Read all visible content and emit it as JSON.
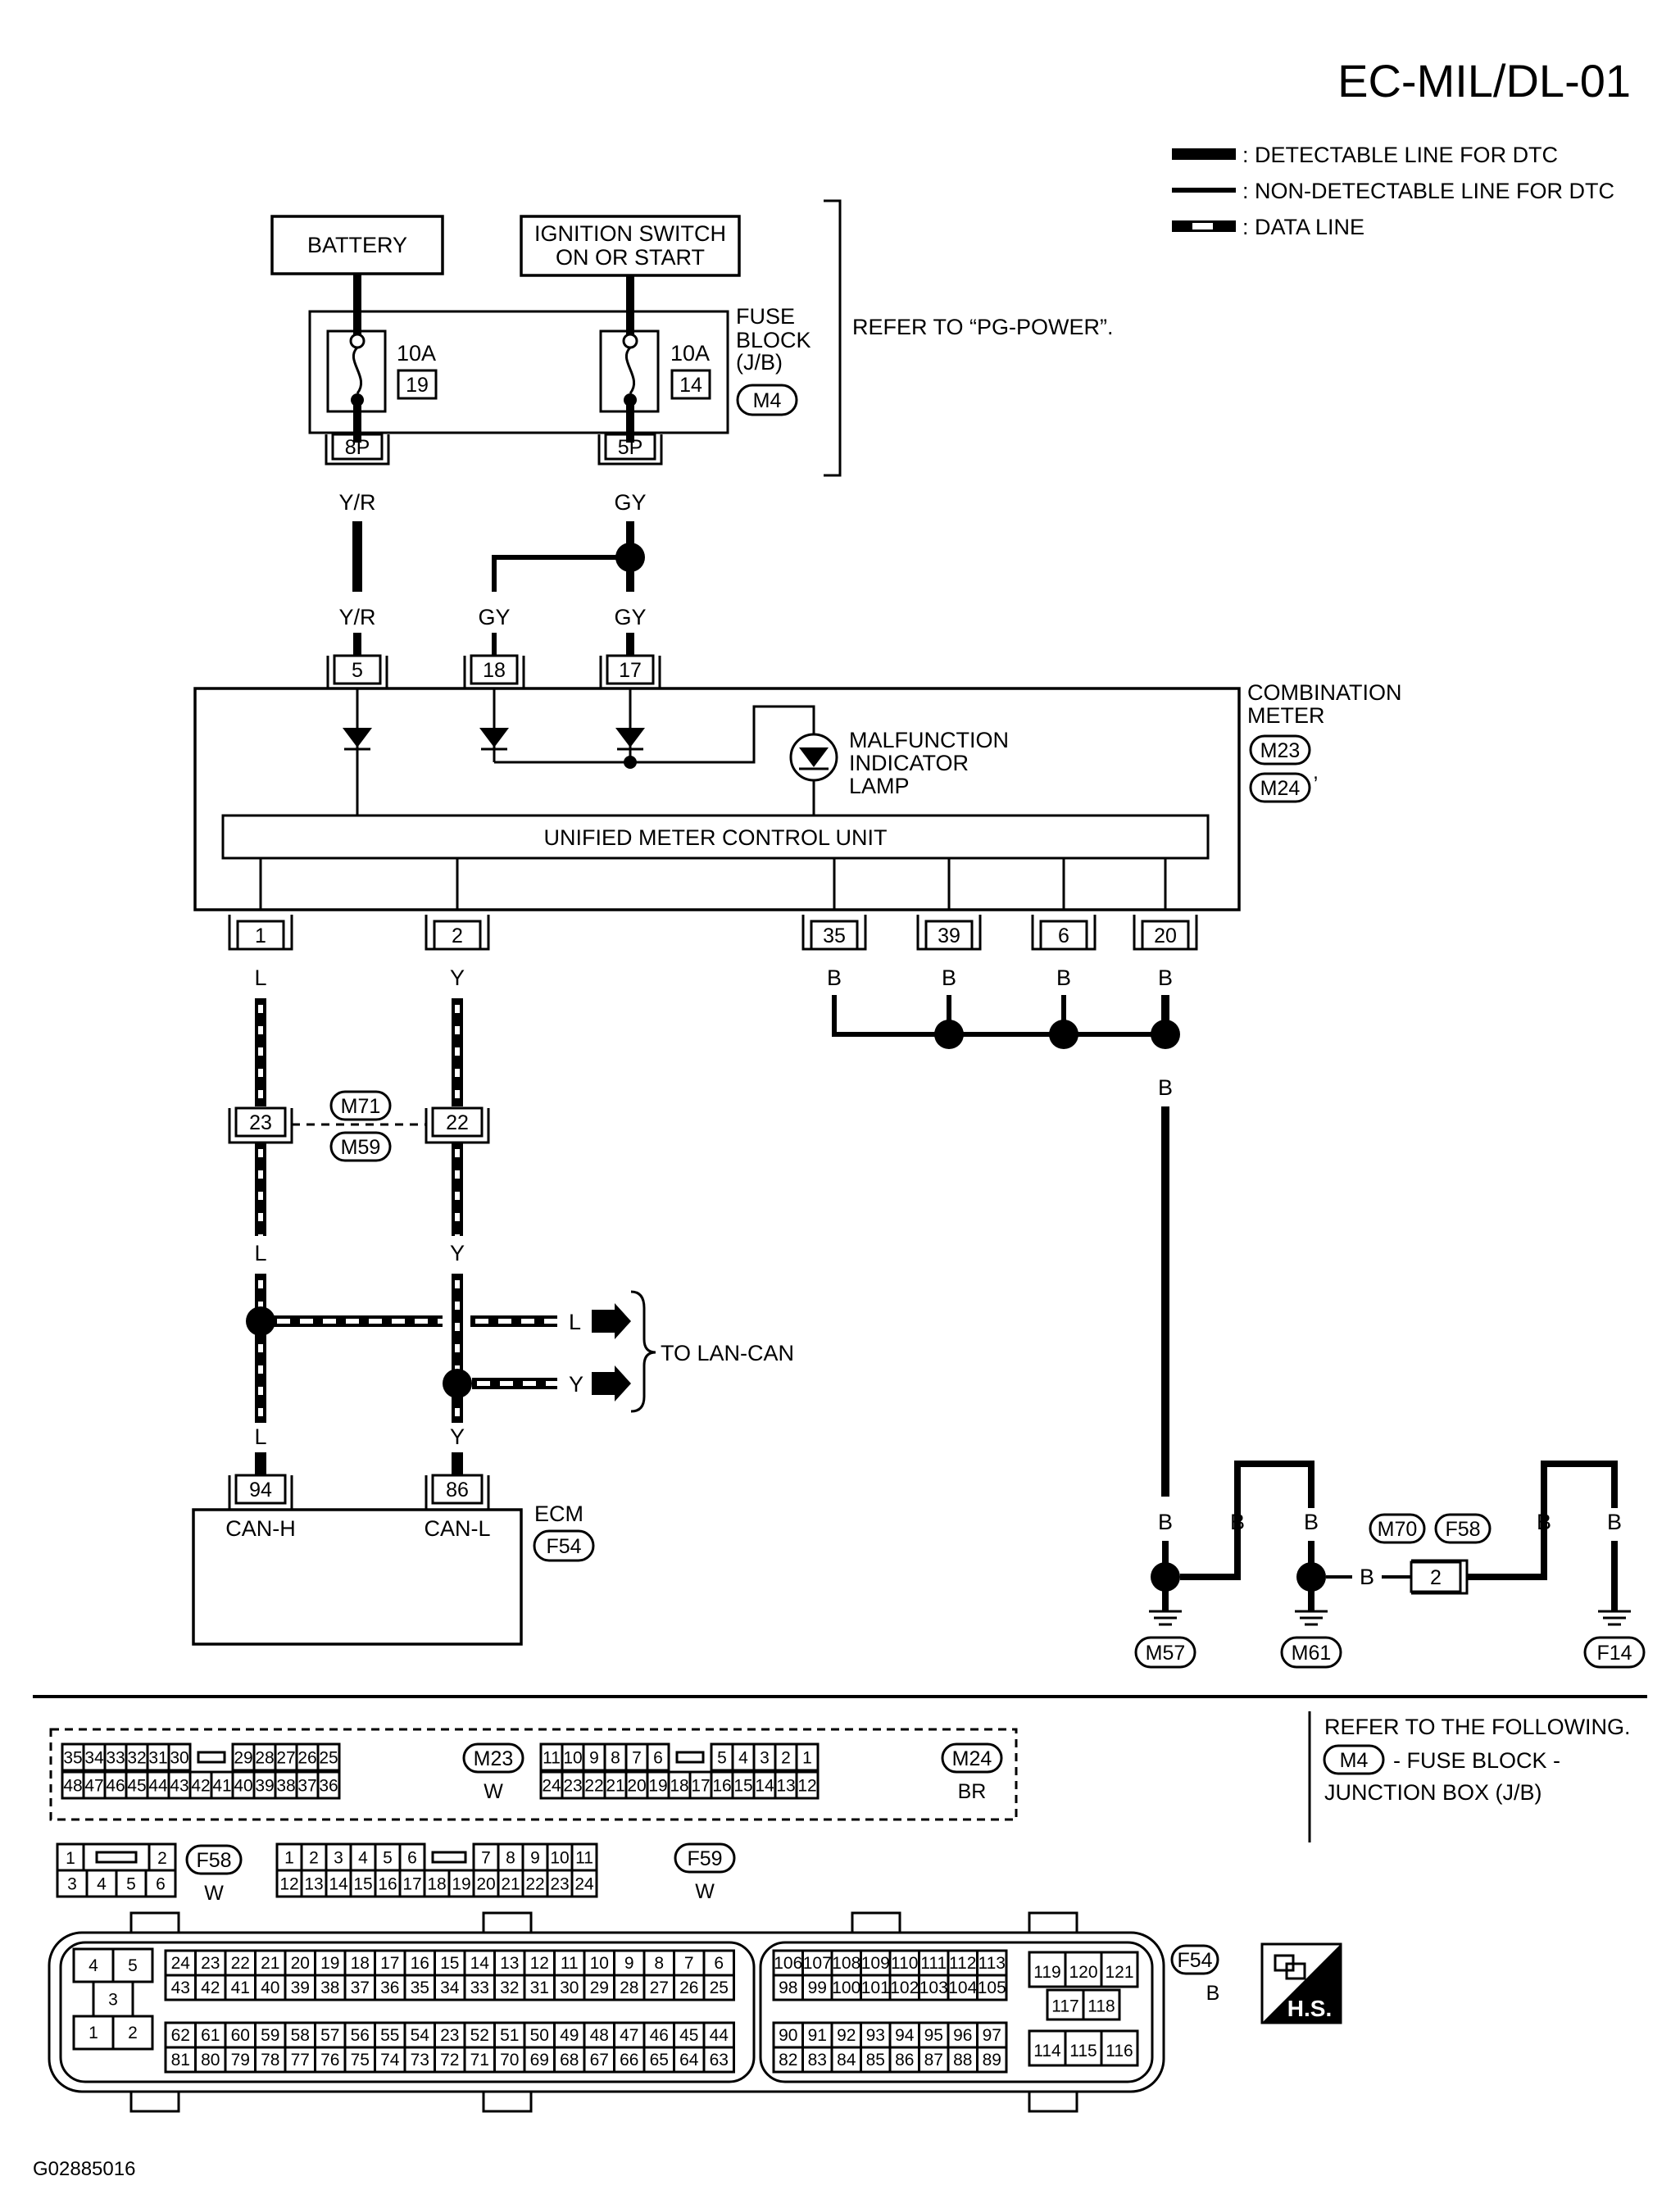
{
  "title": "EC-MIL/DL-01",
  "legend": [
    {
      "style": "thick",
      "label": ": DETECTABLE LINE FOR DTC"
    },
    {
      "style": "thin",
      "label": ": NON-DETECTABLE LINE FOR DTC"
    },
    {
      "style": "data",
      "label": ": DATA LINE"
    }
  ],
  "power": {
    "battery": "BATTERY",
    "ignition_line1": "IGNITION SWITCH",
    "ignition_line2": "ON OR START",
    "fuse1_amps": "10A",
    "fuse1_no": "19",
    "fuse2_amps": "10A",
    "fuse2_no": "14",
    "fuse_block_line1": "FUSE",
    "fuse_block_line2": "BLOCK",
    "fuse_block_line3": "(J/B)",
    "fuse_block_conn": "M4",
    "pin_8p": "8P",
    "pin_5p": "5P",
    "refer": "REFER TO “PG-POWER”."
  },
  "wires": {
    "yr": "Y/R",
    "gy": "GY",
    "l": "L",
    "y": "Y",
    "b": "B"
  },
  "meter": {
    "name_line1": "COMBINATION",
    "name_line2": "METER",
    "conn1": "M23",
    "conn2": "M24",
    "mil_line1": "MALFUNCTION",
    "mil_line2": "INDICATOR",
    "mil_line3": "LAMP",
    "unit": "UNIFIED METER CONTROL UNIT",
    "pins_top": [
      "5",
      "18",
      "17"
    ],
    "pins_bottom": [
      "1",
      "2",
      "35",
      "39",
      "6",
      "20"
    ]
  },
  "joint": {
    "pin_left": "23",
    "pin_right": "22",
    "conn_top": "M71",
    "conn_bottom": "M59"
  },
  "lan": {
    "label": "TO LAN-CAN"
  },
  "ecm": {
    "name": "ECM",
    "conn": "F54",
    "pin_h": "94",
    "pin_l": "86",
    "can_h": "CAN-H",
    "can_l": "CAN-L"
  },
  "ground": {
    "g1": "M57",
    "g2": "M61",
    "g3": "F14",
    "conn_a": "M70",
    "conn_b": "F58",
    "pin": "2"
  },
  "connectors": {
    "m23": {
      "id": "M23",
      "color": "W",
      "row1": [
        "35",
        "34",
        "33",
        "32",
        "31",
        "30",
        "29",
        "28",
        "27",
        "26",
        "25"
      ],
      "row2": [
        "48",
        "47",
        "46",
        "45",
        "44",
        "43",
        "42",
        "41",
        "40",
        "39",
        "38",
        "37",
        "36"
      ]
    },
    "m24": {
      "id": "M24",
      "color": "BR",
      "row1": [
        "11",
        "10",
        "9",
        "8",
        "7",
        "6",
        "5",
        "4",
        "3",
        "2",
        "1"
      ],
      "row2": [
        "24",
        "23",
        "22",
        "21",
        "20",
        "19",
        "18",
        "17",
        "16",
        "15",
        "14",
        "13",
        "12"
      ]
    },
    "f58": {
      "id": "F58",
      "color": "W",
      "row1": [
        "1",
        "2"
      ],
      "row2": [
        "3",
        "4",
        "5",
        "6"
      ]
    },
    "f59": {
      "id": "F59",
      "color": "W",
      "row1": [
        "1",
        "2",
        "3",
        "4",
        "5",
        "6",
        "7",
        "8",
        "9",
        "10",
        "11"
      ],
      "row2": [
        "12",
        "13",
        "14",
        "15",
        "16",
        "17",
        "18",
        "19",
        "20",
        "21",
        "22",
        "23",
        "24"
      ]
    },
    "f54": {
      "id": "F54",
      "color": "B",
      "blockA": [
        "4",
        "5",
        "3",
        "1",
        "2"
      ],
      "r1": [
        "24",
        "23",
        "22",
        "21",
        "20",
        "19",
        "18",
        "17",
        "16",
        "15",
        "14",
        "13",
        "12",
        "11",
        "10",
        "9",
        "8",
        "7",
        "6"
      ],
      "r2": [
        "43",
        "42",
        "41",
        "40",
        "39",
        "38",
        "37",
        "36",
        "35",
        "34",
        "33",
        "32",
        "31",
        "30",
        "29",
        "28",
        "27",
        "26",
        "25"
      ],
      "r3": [
        "62",
        "61",
        "60",
        "59",
        "58",
        "57",
        "56",
        "55",
        "54",
        "23",
        "52",
        "51",
        "50",
        "49",
        "48",
        "47",
        "46",
        "45",
        "44"
      ],
      "r4": [
        "81",
        "80",
        "79",
        "78",
        "77",
        "76",
        "75",
        "74",
        "73",
        "72",
        "71",
        "70",
        "69",
        "68",
        "67",
        "66",
        "65",
        "64",
        "63"
      ],
      "s1": [
        "106",
        "107",
        "108",
        "109",
        "110",
        "111",
        "112",
        "113"
      ],
      "s2": [
        "98",
        "99",
        "100",
        "101",
        "102",
        "103",
        "104",
        "105"
      ],
      "s3": [
        "90",
        "91",
        "92",
        "93",
        "94",
        "95",
        "96",
        "97"
      ],
      "s4": [
        "82",
        "83",
        "84",
        "85",
        "86",
        "87",
        "88",
        "89"
      ],
      "t1": [
        "119",
        "120",
        "121"
      ],
      "t2": [
        "117",
        "118"
      ],
      "t3": [
        "114",
        "115",
        "116"
      ]
    }
  },
  "refer_box": {
    "line1": "REFER TO THE FOLLOWING.",
    "conn": "M4",
    "line2": "- FUSE BLOCK -",
    "line3": "JUNCTION BOX (J/B)"
  },
  "badge": "H.S.",
  "footer_id": "G02885016"
}
